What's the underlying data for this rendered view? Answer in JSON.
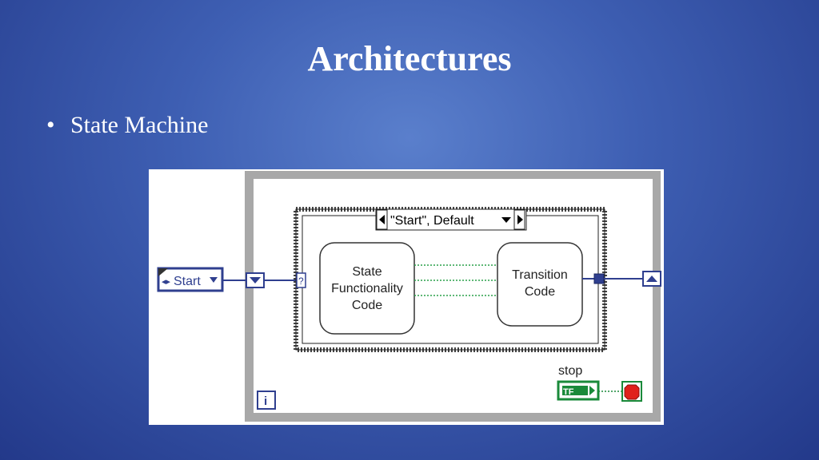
{
  "slide": {
    "title": "Architectures",
    "bullet": "State Machine"
  },
  "diagram": {
    "enum_constant": "Start",
    "case_selector": "\"Start\", Default",
    "selector_terminal": "?",
    "state_block": [
      "State",
      "Functionality",
      "Code"
    ],
    "transition_block": [
      "Transition",
      "Code"
    ],
    "stop_label": "stop",
    "bool_constant": "TF",
    "info_icon": "i"
  },
  "colors": {
    "background": "#3e5fb3",
    "loop_frame": "#a8a8a8",
    "wire_enum": "#2f3f8f",
    "wire_bool": "#1a8a3a",
    "stop_red": "#e0201c"
  }
}
